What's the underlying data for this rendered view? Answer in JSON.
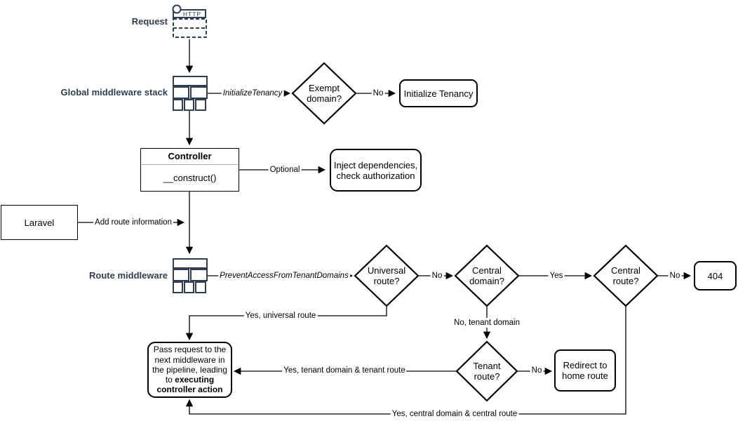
{
  "colors": {
    "navy": "#2f3e50",
    "line": "#000000",
    "background": "#ffffff",
    "divider_gray": "#b3b3b3"
  },
  "labels": {
    "request": "Request",
    "global_middleware": "Global middleware stack",
    "route_middleware": "Route middleware"
  },
  "icons": {
    "http": "HTTP"
  },
  "nodes": {
    "exempt_domain": "Exempt domain?",
    "initialize_tenancy": "Initialize Tenancy",
    "controller_title": "Controller",
    "controller_method": "__construct()",
    "inject_dependencies": "Inject dependencies, check authorization",
    "laravel": "Laravel",
    "universal_route": "Universal route?",
    "central_domain": "Central domain?",
    "central_route": "Central route?",
    "not_found": "404",
    "tenant_route": "Tenant route?",
    "redirect_home": "Redirect to home route",
    "pass_request_normal": "Pass request to the next middleware in the pipeline, leading to ",
    "pass_request_bold": "executing controller action"
  },
  "edges": {
    "initialize_tenancy_middleware": "InitializeTenancy",
    "exempt_no": "No",
    "optional": "Optional",
    "add_route_information": "Add route information",
    "prevent_access_middleware": "PreventAccessFromTenantDomains",
    "universal_no": "No",
    "central_domain_yes": "Yes",
    "central_route_no": "No",
    "yes_universal_route": "Yes, universal route",
    "no_tenant_domain": "No, tenant domain",
    "yes_tenant_domain_route": "Yes, tenant domain & tenant route",
    "tenant_no": "No",
    "yes_central_domain_route": "Yes, central domain & central route"
  }
}
